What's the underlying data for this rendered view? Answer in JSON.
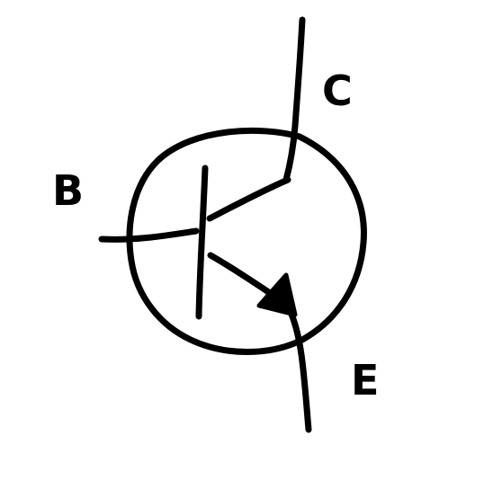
{
  "labels": {
    "base": "B",
    "collector": "C",
    "emitter": "E"
  },
  "colors": {
    "ink": "#000000",
    "background": "#ffffff"
  }
}
